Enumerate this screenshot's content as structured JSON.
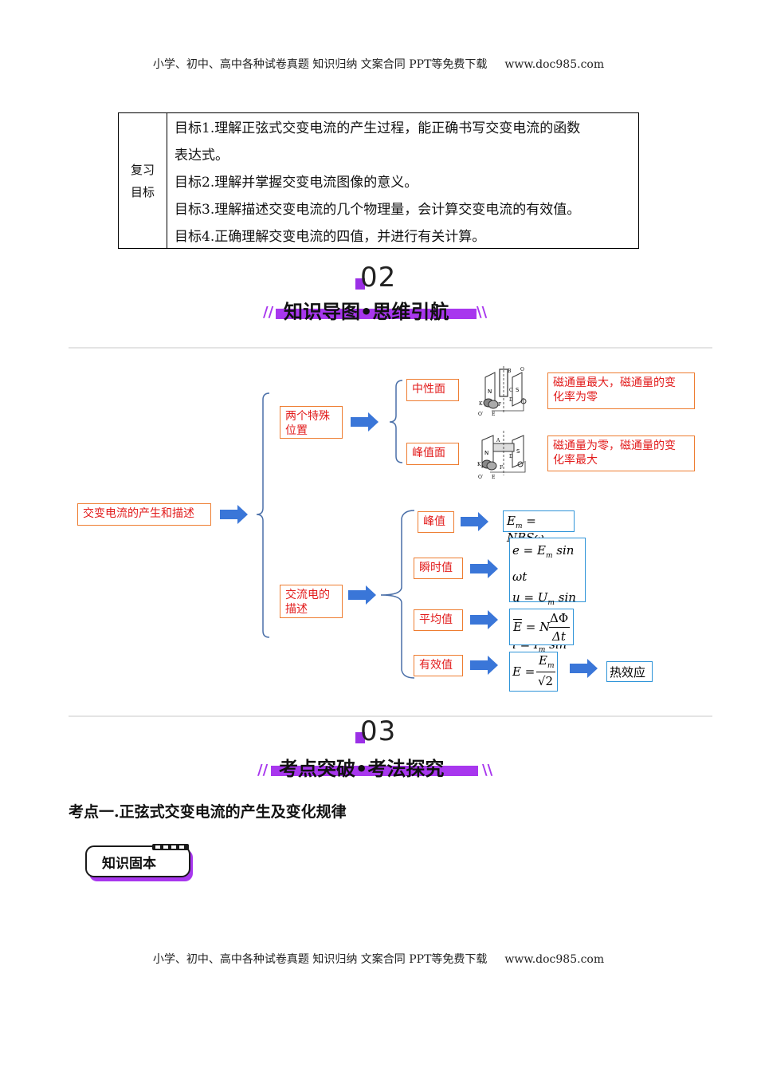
{
  "header": {
    "text": "小学、初中、高中各种试卷真题  知识归纳  文案合同  PPT等免费下载",
    "site": "www.doc985.com"
  },
  "footer": {
    "text": "小学、初中、高中各种试卷真题  知识归纳  文案合同  PPT等免费下载",
    "site": "www.doc985.com"
  },
  "goals": {
    "label_1": "复习",
    "label_2": "目标",
    "lines": [
      "目标1.理解正弦式交变电流的产生过程，能正确书写交变电流的函数",
      "表达式。",
      "目标2.理解并掌握交变电流图像的意义。",
      "目标3.理解描述交变电流的几个物理量，会计算交变电流的有效值。",
      "目标4.正确理解交变电流的四值，并进行有关计算。"
    ]
  },
  "section2": {
    "num": "02",
    "title": "知识导图•思维引航"
  },
  "mindmap": {
    "root": "交变电流的产生和描述",
    "branch1": "两个特殊位置",
    "branch1_l1": "两个特殊",
    "branch1_l2": "位置",
    "neutral": "中性面",
    "peak_plane": "峰值面",
    "neutral_desc_l1": "磁通量最大，磁通量的变",
    "neutral_desc_l2": "化率为零",
    "peak_desc_l1": "磁通量为零，磁通量的变",
    "peak_desc_l2": "化率最大",
    "branch2_l1": "交流电的",
    "branch2_l2": "描述",
    "peak_value": "峰值",
    "instant": "瞬时值",
    "average": "平均值",
    "effective": "有效值",
    "heat": "热效应",
    "formulas": {
      "em": "= NBSω",
      "e": "= E",
      "u": "= U",
      "i": "= I",
      "sin": "sin ωt",
      "avg_lhs": "= N",
      "dphi": "ΔΦ",
      "dt": "Δt",
      "eff_lhs": "E =",
      "sqrt2": "√2"
    },
    "diagram_labels": {
      "N": "N",
      "S": "S",
      "B": "B",
      "C": "C",
      "O": "O",
      "Oprime": "O′",
      "K": "K",
      "L": "L",
      "E": "E",
      "F": "F",
      "D": "D",
      "A": "A"
    }
  },
  "section3": {
    "num": "03",
    "title": "考点突破•考法探究"
  },
  "heading1": "考点一.正弦式交变电流的产生及变化规律",
  "badge": "知识固本",
  "colors": {
    "purple": "#a837ee",
    "orange_border": "#ee7d31",
    "red_text": "#e21c1c",
    "blue_arrow": "#3a76d8",
    "bracket_blue": "#4a6fa8"
  }
}
